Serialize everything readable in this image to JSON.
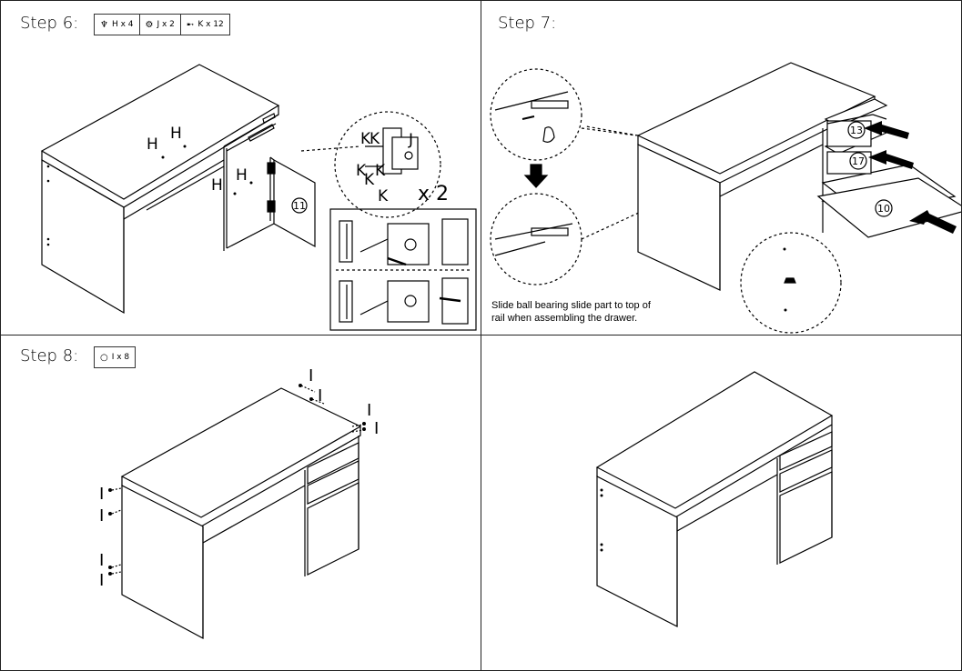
{
  "step6": {
    "title": "Step 6:",
    "parts": [
      {
        "icon": "cam-lock-icon",
        "label": "H x 4"
      },
      {
        "icon": "hinge-icon",
        "label": "J x 2"
      },
      {
        "icon": "screw-icon",
        "label": "K x 12"
      }
    ],
    "labels": {
      "h": "H",
      "j": "J",
      "k": "K",
      "panel": "11",
      "multiplier": "x 2"
    }
  },
  "step7": {
    "title": "Step 7:",
    "caption_line1": "Slide ball bearing slide part to top of",
    "caption_line2": "rail when assembling the drawer.",
    "labels": {
      "drawer_top": "13",
      "drawer_mid": "17",
      "shelf": "10"
    }
  },
  "step8": {
    "title": "Step 8:",
    "parts": [
      {
        "icon": "circle-cap-icon",
        "label": "I x 8"
      }
    ],
    "labels": {
      "i": "I"
    }
  },
  "colors": {
    "line": "#000000",
    "border": "#222222"
  }
}
